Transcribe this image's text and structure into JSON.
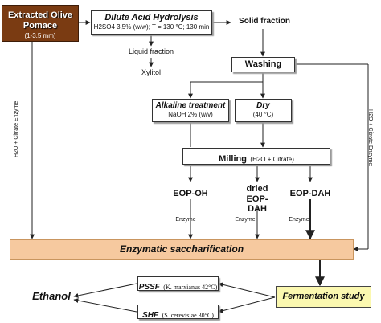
{
  "pomace": {
    "title": "Extracted Olive Pomace",
    "size": "(1-3.5 mm)"
  },
  "hydrolysis": {
    "title": "Dilute Acid Hydrolysis",
    "conditions": "H2SO4 3,5% (w/w); T = 130 °C; 130 min"
  },
  "solid_fraction": "Solid fraction",
  "liquid_fraction": "Liquid fraction",
  "xylitol": "Xylitol",
  "washing": "Washing",
  "alkaline": {
    "title": "Alkaline treatment",
    "conditions": "NaOH 2% (w/v)"
  },
  "dry": {
    "title": "Dry",
    "conditions": "(40 °C)"
  },
  "milling": {
    "title": "Milling",
    "conditions": "(H2O + Citrate)"
  },
  "left_side_label": "H2O + Citrate Enzyme",
  "right_side_label": "H2O + Citrate Enzyme",
  "products": {
    "eop_oh": "EOP-OH",
    "dried_eop_dah": "dried EOP-DAH",
    "eop_dah": "EOP-DAH"
  },
  "enzyme_labels": [
    "Enzyme",
    "Enzyme",
    "Enzyme"
  ],
  "saccharification": "Enzymatic saccharification",
  "fermentation": "Fermentation study",
  "pssf": {
    "title": "PSSF",
    "conditions": "(K. marxianus 42°C)"
  },
  "shf": {
    "title": "SHF",
    "conditions": "(S. cerevisiae 30°C)"
  },
  "ethanol": "Ethanol",
  "colors": {
    "pomace_bg": "#7a3b12",
    "saccharification_bg": "#f6c99f",
    "fermentation_bg": "#fbf8b0",
    "line": "#222222"
  }
}
